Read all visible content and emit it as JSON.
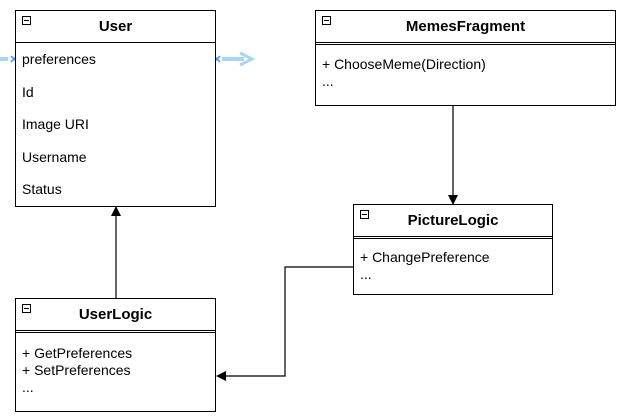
{
  "classes": {
    "user": {
      "name": "User",
      "attributes": [
        "preferences",
        "Id",
        "Image URI",
        "Username",
        "Status"
      ]
    },
    "memes_fragment": {
      "name": "MemesFragment",
      "methods": [
        "+ ChooseMeme(Direction)",
        "..."
      ]
    },
    "picture_logic": {
      "name": "PictureLogic",
      "methods": [
        "+ ChangePreference",
        "..."
      ]
    },
    "user_logic": {
      "name": "UserLogic",
      "methods": [
        "+ GetPreferences",
        "+ SetPreferences",
        "..."
      ]
    }
  },
  "colors": {
    "line": "#000000",
    "selection_handle": "#3399ff",
    "selection_hint": "#a8d4f5"
  }
}
